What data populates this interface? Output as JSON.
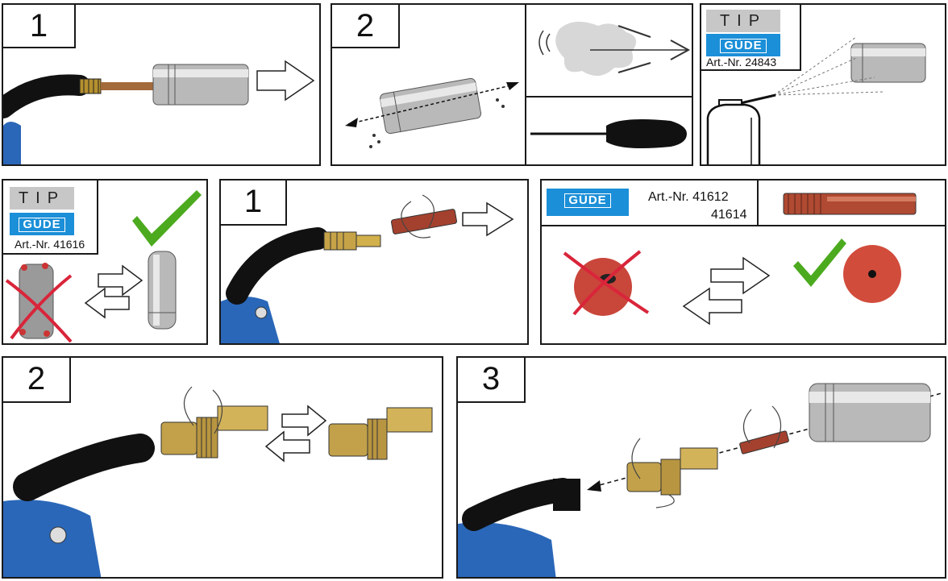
{
  "brand": {
    "logo_text": "GÜDE",
    "logo_color": "#1b8fd8",
    "check_color": "#4caa1f",
    "cross_color": "#d9253a"
  },
  "row1": {
    "panel_a": {
      "step": "1"
    },
    "panel_b": {
      "step": "2"
    },
    "panel_c": {
      "tip": "TIP",
      "art_nr": "Art.-Nr. 24843"
    }
  },
  "row2": {
    "panel_a": {
      "tip": "TIP",
      "art_nr": "Art.-Nr. 41616"
    },
    "panel_b": {
      "step": "1"
    },
    "panel_c": {
      "art_nr_1": "Art.-Nr. 41612",
      "art_nr_2": "41614"
    }
  },
  "row3": {
    "panel_a": {
      "step": "2"
    },
    "panel_b": {
      "step": "3"
    }
  },
  "icons": [
    "torch-hose-icon",
    "nozzle-icon",
    "arrow-outline-icon",
    "screwdriver-icon",
    "air-blast-icon",
    "spray-can-icon",
    "check-icon",
    "cross-icon",
    "rotate-icon",
    "contact-tip-icon",
    "tip-holder-icon"
  ]
}
